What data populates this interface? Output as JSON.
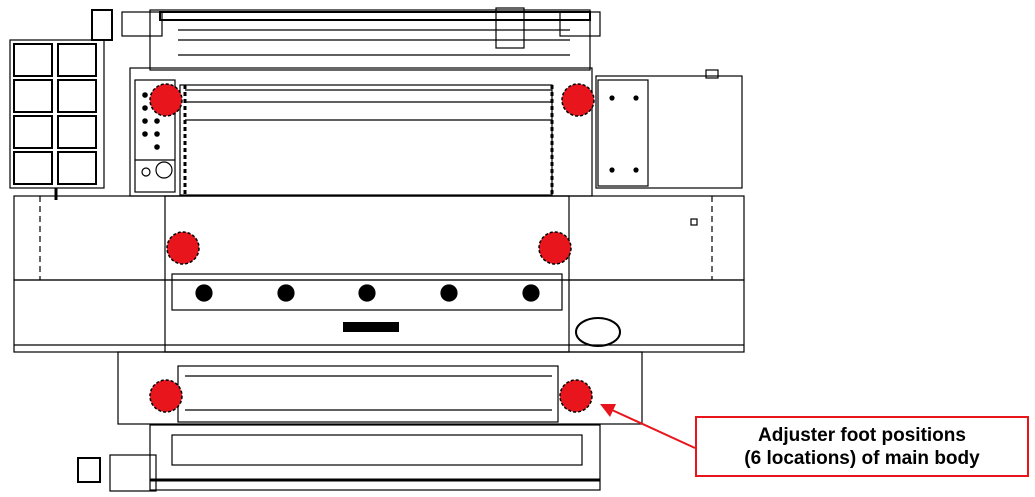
{
  "callout": {
    "line1": "Adjuster foot positions",
    "line2": "(6 locations) of main body"
  },
  "markers": {
    "count": 6,
    "fill_color": "#e8161c",
    "outline_color": "#000000"
  },
  "icons": {
    "marker": "adjuster-foot-marker-icon",
    "arrow": "leader-arrow-icon"
  },
  "colors": {
    "accent": "#e8161c",
    "line": "#000000",
    "background": "#ffffff"
  }
}
